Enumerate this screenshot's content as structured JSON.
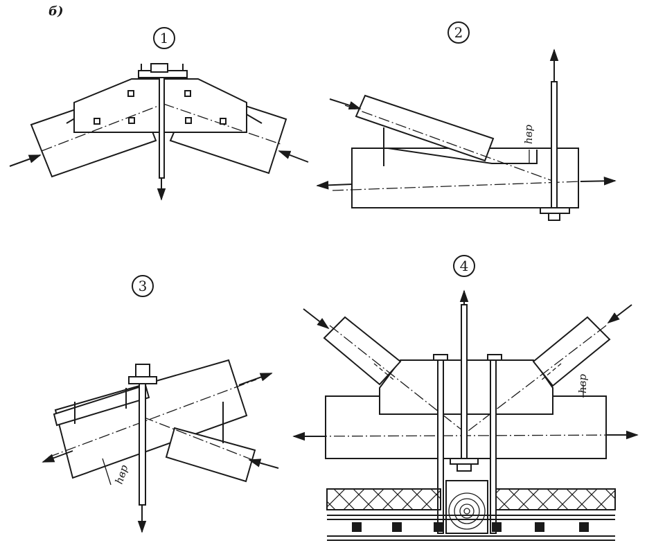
{
  "figure": {
    "panel_letter": "б)",
    "nodes": [
      {
        "number": "1"
      },
      {
        "number": "2",
        "dim_label": "hвр"
      },
      {
        "number": "3",
        "dim_label": "hвр"
      },
      {
        "number": "4",
        "dim_label": "hвр"
      }
    ]
  }
}
